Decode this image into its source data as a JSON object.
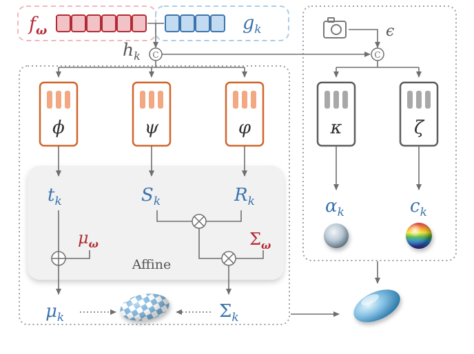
{
  "inputs": {
    "f": {
      "label": "f",
      "subscript": "ω"
    },
    "g": {
      "label": "g",
      "subscript": "k"
    },
    "h": {
      "label": "h",
      "subscript": "k"
    },
    "concat_symbol": "C",
    "epsilon": "ϵ"
  },
  "networks": {
    "phi": "ϕ",
    "psi": "ψ",
    "varphi": "φ",
    "kappa": "κ",
    "zeta": "ζ"
  },
  "outputs": {
    "t": {
      "label": "t",
      "subscript": "k"
    },
    "S": {
      "label": "S",
      "subscript": "k"
    },
    "R": {
      "label": "R",
      "subscript": "k"
    },
    "mu_omega": {
      "label": "μ",
      "subscript": "ω"
    },
    "sigma_omega": {
      "label": "Σ",
      "subscript": "ω"
    },
    "mu_k": {
      "label": "μ",
      "subscript": "k"
    },
    "sigma_k": {
      "label": "Σ",
      "subscript": "k"
    },
    "alpha": {
      "label": "α",
      "subscript": "k"
    },
    "c": {
      "label": "c",
      "subscript": "k"
    }
  },
  "affine_label": "Affine",
  "colors": {
    "red": "#b22a35",
    "red_fill": "#f1c2c6",
    "blue": "#3b74ad",
    "blue_fill": "#c3dbf1",
    "orange": "#d0652a",
    "orange_fill": "#f2a883",
    "gray": "#5c5c5c",
    "gray_fill": "#a8a8a8",
    "arrow": "#6e6e6e"
  }
}
